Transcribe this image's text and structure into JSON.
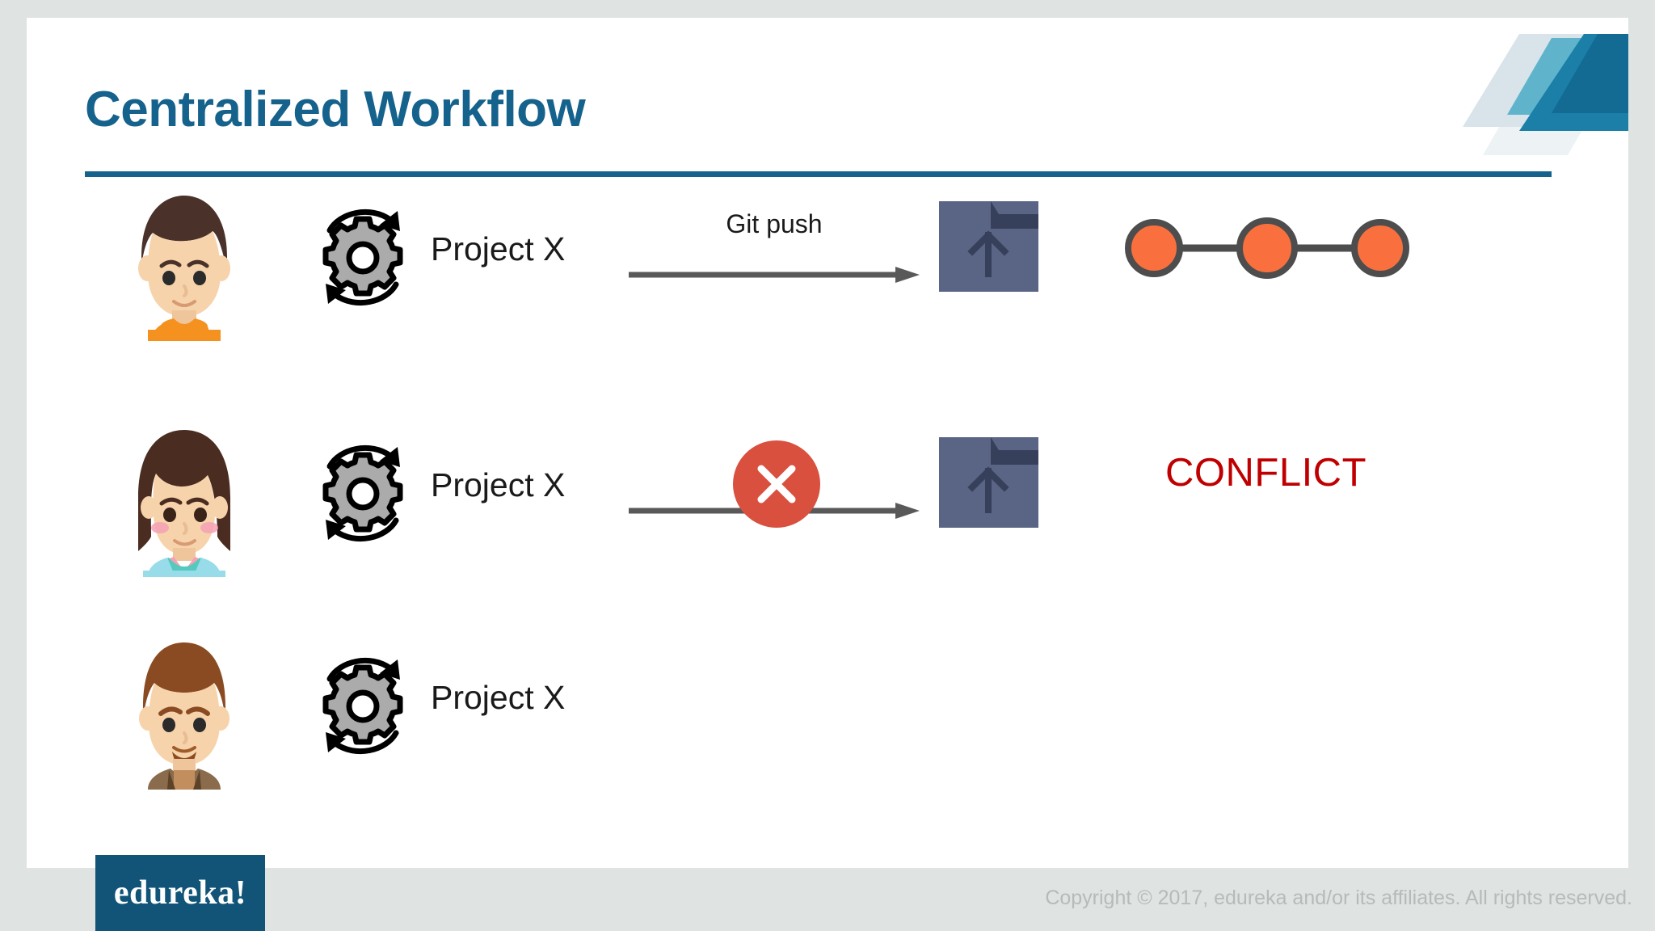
{
  "slide": {
    "title": "Centralized Workflow",
    "accent_color": "#15628C",
    "background": "#FFFFFF",
    "page_background": "#DFE3E2"
  },
  "decoration": {
    "name": "corner-bands",
    "colors": [
      "#1B7FA8",
      "#136A92",
      "#5FB4CC",
      "#D9E4EA",
      "#EDF2F5"
    ]
  },
  "rows": [
    {
      "avatar": {
        "name": "avatar-male-orange",
        "hair_color": "#4A3129",
        "skin_color": "#F6D3AB",
        "shirt_color": "#F5911E"
      },
      "gear_icon": "gear-refresh-icon",
      "project_label": "Project X",
      "arrow": {
        "label": "Git push",
        "color": "#595959",
        "blocked": false
      },
      "folder": {
        "name": "remote-repository-folder",
        "color": "#5A6485",
        "tab_color": "#37405B",
        "arrow": "up-arrow-icon"
      },
      "commits": {
        "count": 3,
        "node_color": "#F9703E",
        "outline_color": "#4D4D4D",
        "link_color": "#4D4D4D"
      },
      "status": ""
    },
    {
      "avatar": {
        "name": "avatar-female-blue",
        "hair_color": "#4A2C20",
        "skin_color": "#F6D3AB",
        "shirt_color": "#97DCE8",
        "collar_color": "#F4A0B5"
      },
      "gear_icon": "gear-refresh-icon",
      "project_label": "Project X",
      "arrow": {
        "label": "",
        "color": "#595959",
        "blocked": true
      },
      "blocker": {
        "name": "conflict-x-badge",
        "color": "#D9503F",
        "glyph": "✕"
      },
      "folder": {
        "name": "remote-repository-folder",
        "color": "#5A6485",
        "tab_color": "#37405B",
        "arrow": "up-arrow-icon"
      },
      "status": "CONFLICT",
      "status_color": "#C00000"
    },
    {
      "avatar": {
        "name": "avatar-male-beard",
        "hair_color": "#8A4B22",
        "skin_color": "#F6D3AB",
        "shirt_color": "#8A6B4B",
        "beard_color": "#8A4B22"
      },
      "gear_icon": "gear-refresh-icon",
      "project_label": "Project X",
      "arrow": null,
      "folder": null,
      "status": ""
    }
  ],
  "footer": {
    "logo_text": "edureka!",
    "logo_background": "#115478",
    "copyright": "Copyright © 2017, edureka and/or its affiliates. All rights reserved.",
    "copyright_color": "#B6BBBA"
  }
}
